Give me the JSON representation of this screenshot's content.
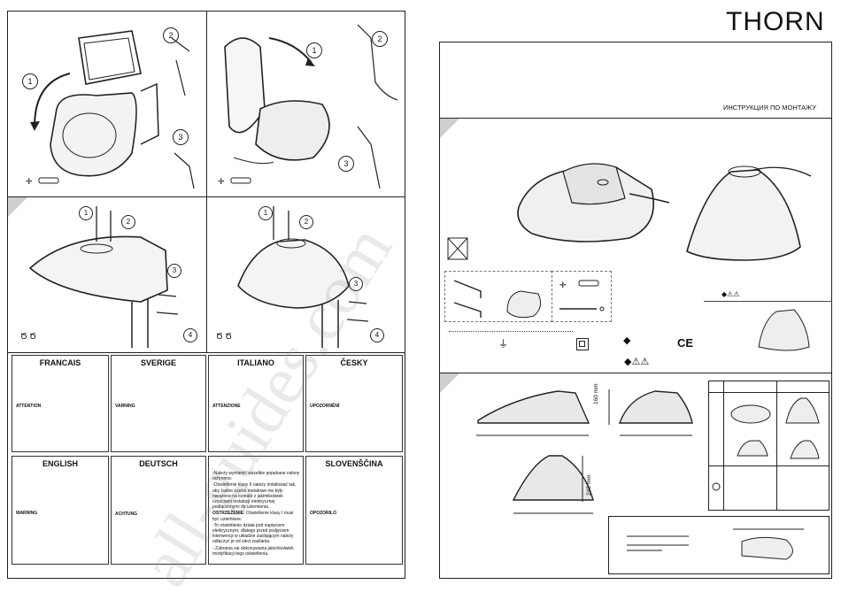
{
  "brand": {
    "name": "THORN"
  },
  "right_sheet": {
    "instruction_title": "ИНСТРУКЦИЯ ПО МОНТАЖУ"
  },
  "languages": [
    {
      "name": "FRANCAIS",
      "warning": "ATTENTION"
    },
    {
      "name": "SVERIGE",
      "warning": "VARNING"
    },
    {
      "name": "ITALIANO",
      "warning": "ATTENZIONE"
    },
    {
      "name": "ČESKY",
      "warning": "UPOZORNĚNÍ"
    },
    {
      "name": "ENGLISH",
      "warning": "WARNING"
    },
    {
      "name": "DEUTSCH",
      "warning": "ACHTUNG"
    },
    {
      "name": "",
      "warning": ""
    },
    {
      "name": "SLOVENŠČINA",
      "warning": "OPOZORILO"
    }
  ],
  "polish_text": {
    "p1": "-Należy wymienić wszelkie popękane osłony ochronne.",
    "p2": "-Oświetlenie klasy II należy instalować tak, aby żadne części metalowe nie były narażone na kontakt z jakimikolwiek częściami instalacji elektrycznej podłączonymi do uziemienia.",
    "warn_label": "OSTRZEŻENIE:",
    "warn_text": " Oświetlenie klasy I musi być uziemione.",
    "p3": "-To oświetlenie działa pod napięciem elektrycznym, dlatego przed podjęciem interwencji w układzie zasilającym należy odłączyć je od sieci zasilania.",
    "p4": "- Zabrania się dokonywania jakichkolwiek modyfikacji tego oświetlenia."
  },
  "step_labels": {
    "panel1": [
      "1",
      "2",
      "3"
    ],
    "panel2": [
      "1",
      "2",
      "3"
    ],
    "panel3": [
      "1",
      "2",
      "3",
      "4"
    ],
    "panel4": [
      "1",
      "2",
      "3",
      "4"
    ]
  },
  "dimensions": {
    "height_1": "160 mm",
    "height_2": "248 mm"
  },
  "symbols": {
    "ce": "CE",
    "class_ii": "□",
    "earth": "⏚"
  },
  "watermark": "all-guides.com"
}
